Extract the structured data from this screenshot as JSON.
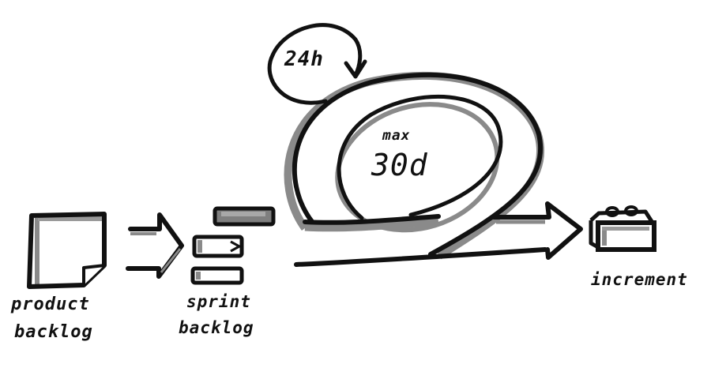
{
  "diagram": {
    "type": "scrum-process-sketch",
    "colors": {
      "ink": "#111111",
      "shadow": "#8a8a8a",
      "background": "#ffffff"
    },
    "nodes": [
      {
        "id": "product-backlog",
        "icon": "document-icon",
        "label_line1": "product",
        "label_line2": "backlog"
      },
      {
        "id": "sprint-backlog",
        "icon": "stacked-items-icon",
        "label_line1": "sprint",
        "label_line2": "backlog"
      },
      {
        "id": "sprint-cycle",
        "icon": "loop-icon",
        "label_top": "max",
        "label_main": "30d"
      },
      {
        "id": "daily-cycle",
        "icon": "circle-arrow-icon",
        "label": "24h"
      },
      {
        "id": "increment",
        "icon": "lego-brick-icon",
        "label": "increment"
      }
    ],
    "edges": [
      {
        "from": "product-backlog",
        "to": "sprint-backlog",
        "style": "block-arrow"
      },
      {
        "from": "sprint-backlog",
        "to": "sprint-cycle",
        "style": "line"
      },
      {
        "from": "sprint-cycle",
        "to": "increment",
        "style": "block-arrow"
      },
      {
        "from": "daily-cycle",
        "to": "sprint-cycle",
        "style": "arrowhead"
      }
    ]
  },
  "labels": {
    "product_backlog_1": "product",
    "product_backlog_2": "backlog",
    "sprint_backlog_1": "sprint",
    "sprint_backlog_2": "backlog",
    "daily": "24h",
    "sprint_max": "max",
    "sprint_duration": "30d",
    "increment": "increment"
  }
}
